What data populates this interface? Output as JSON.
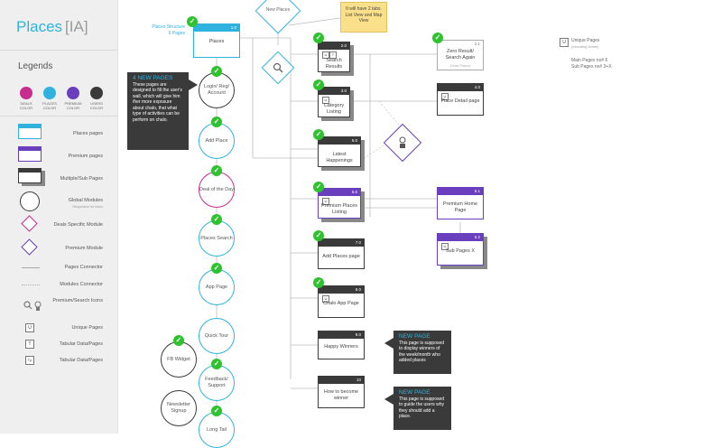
{
  "brand": {
    "name": "Places",
    "suffix": "IA"
  },
  "legends": {
    "title": "Legends",
    "colors": [
      {
        "label": "DEALS COLOR",
        "hex": "#c72c8e"
      },
      {
        "label": "PLACES COLOR",
        "hex": "#2fb3de"
      },
      {
        "label": "PREMIUM COLOR",
        "hex": "#6a3fbd"
      },
      {
        "label": "USERS COLOR",
        "hex": "#3a3a3a"
      }
    ],
    "items": [
      {
        "label": "Places pages",
        "sub": ""
      },
      {
        "label": "Premium pages",
        "sub": ""
      },
      {
        "label": "Multiple/Sub Pages",
        "sub": ""
      },
      {
        "label": "Global Modules",
        "sub": "Responsive for Users"
      },
      {
        "label": "Deals Specific Module",
        "sub": ""
      },
      {
        "label": "Premium Module",
        "sub": ""
      },
      {
        "label": "Pages Connector",
        "sub": ""
      },
      {
        "label": "Modules Connector",
        "sub": ""
      },
      {
        "label": "Premium/Search Icons",
        "sub": ""
      },
      {
        "label": "Unique Pages",
        "sub": ""
      },
      {
        "label": "Tabular Data/Pages",
        "sub": ""
      },
      {
        "label": "Tabular Data/Pages",
        "sub": ""
      }
    ],
    "icon_letters": {
      "u": "U",
      "t": "T",
      "tp": "Tp"
    }
  },
  "diagram": {
    "structure_label": "Places Structure",
    "structure_sub": "6 Pages",
    "places": {
      "label": "Places",
      "num": "1.0"
    },
    "new_places": "New Places",
    "sticky_note": "It will have 2 tabs. List View and Map View",
    "search_results": {
      "label": "Search Results",
      "num": "2.0"
    },
    "zero_result": {
      "label": "Zero Result/ Search Again",
      "num": "2.1",
      "sub": "Dead Places"
    },
    "category": {
      "label": "Category Listing",
      "num": "3.0"
    },
    "place_detail": {
      "label": "Place Detail page",
      "num": "4.0"
    },
    "latest": {
      "label": "Latest Happenings",
      "num": "5.0"
    },
    "premium_listing": {
      "label": "Premium Places Listing",
      "num": "6.0"
    },
    "premium_home": {
      "label": "Premium Home Page",
      "num": "6.1"
    },
    "sub_pages": {
      "label": "Sub Pages X",
      "num": "6.2"
    },
    "add_places": {
      "label": "Add Places page",
      "num": "7.0"
    },
    "chalo_app": {
      "label": "Chalo App Page",
      "num": "8.0"
    },
    "happy_winners": {
      "label": "Happy Winners",
      "num": "9.0"
    },
    "how_to": {
      "label": "How to become winner",
      "num": "10"
    },
    "circles": {
      "login": "Login/ Reg/ Account",
      "add_place": "Add Place",
      "deal": "Deal of the Day",
      "places_search": "Places Search",
      "app_page": "App Page",
      "quick_tour": "Quick Tour",
      "fb": "FB Widget",
      "feedback": "Feedback/ Support",
      "newsletter": "Newsletter Signup",
      "long_tail": "Long Tail"
    },
    "callout_new_pages": {
      "title": "4 NEW PAGES",
      "body": "These pages are designed to fill the user's wall, which will give him /her more exposure about chalo, that what type of activities can be perform on chalo."
    },
    "callout_winners": {
      "title": "NEW PAGE",
      "body": "This page is supposed to display winners of the week/month who added places"
    },
    "callout_howto": {
      "title": "NEW PAGE",
      "body": "This page is supposed to guide the users why they should add a place."
    },
    "summary": {
      "title": "Unique Pages",
      "title_sub": "(Including Home)",
      "main": "Main Pages no# 6",
      "sub": "Sub Pages no# 3+X"
    }
  }
}
